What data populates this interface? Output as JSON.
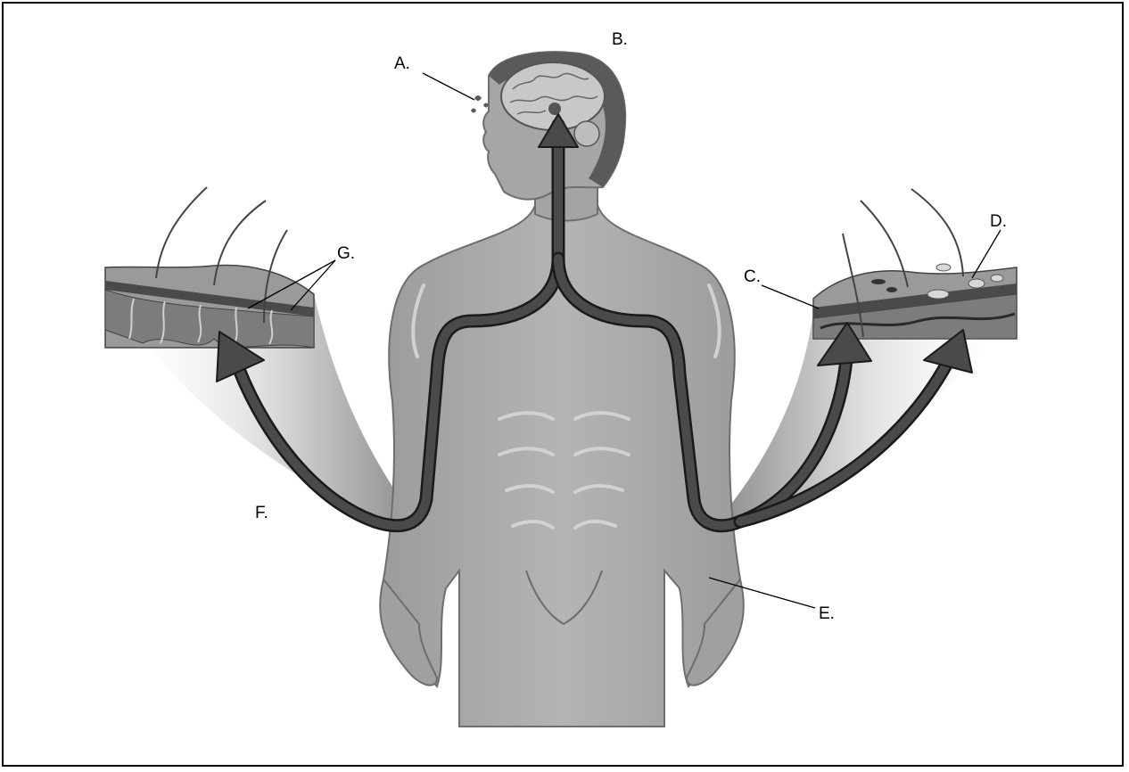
{
  "labels": {
    "a": "A.",
    "b": "B.",
    "c": "C.",
    "d": "D.",
    "e": "E.",
    "f": "F.",
    "g": "G."
  },
  "colors": {
    "body": "#a8a8a8",
    "body_outline": "#6e6e6e",
    "head_dark": "#5a5a5a",
    "nerve_pathway": "#4a4a4a",
    "skin_top": "#9a9a9a",
    "skin_cut": "#7c7c7c",
    "line": "#000000"
  }
}
